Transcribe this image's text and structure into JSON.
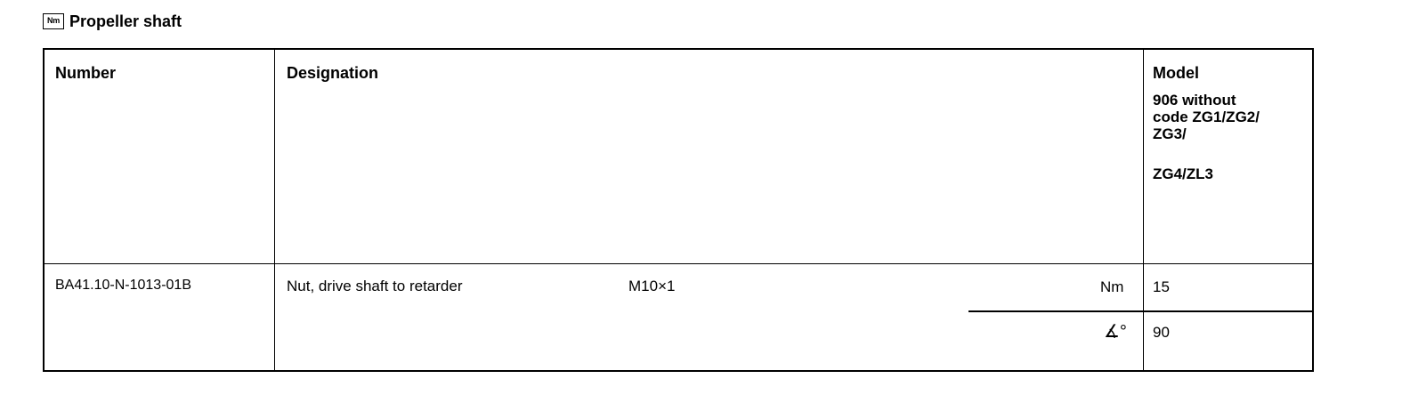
{
  "page": {
    "title": "Propeller shaft",
    "title_icon": "torque-nm-icon",
    "title_icon_text": "Nm"
  },
  "table": {
    "headers": {
      "number": "Number",
      "designation": "Designation",
      "model": "Model"
    },
    "model_variant_lines": [
      "906 without",
      "code ZG1/ZG2/",
      "ZG3/"
    ],
    "model_variant_extra": "ZG4/ZL3",
    "rows": [
      {
        "number": "BA41.10-N-1013-01B",
        "designation": "Nut, drive shaft to retarder",
        "thread": "M10×1",
        "values": [
          {
            "unit": "Nm",
            "value": "15"
          },
          {
            "unit_icon": "angle-degree-icon",
            "unit": "∡°",
            "value": "90"
          }
        ]
      }
    ]
  }
}
